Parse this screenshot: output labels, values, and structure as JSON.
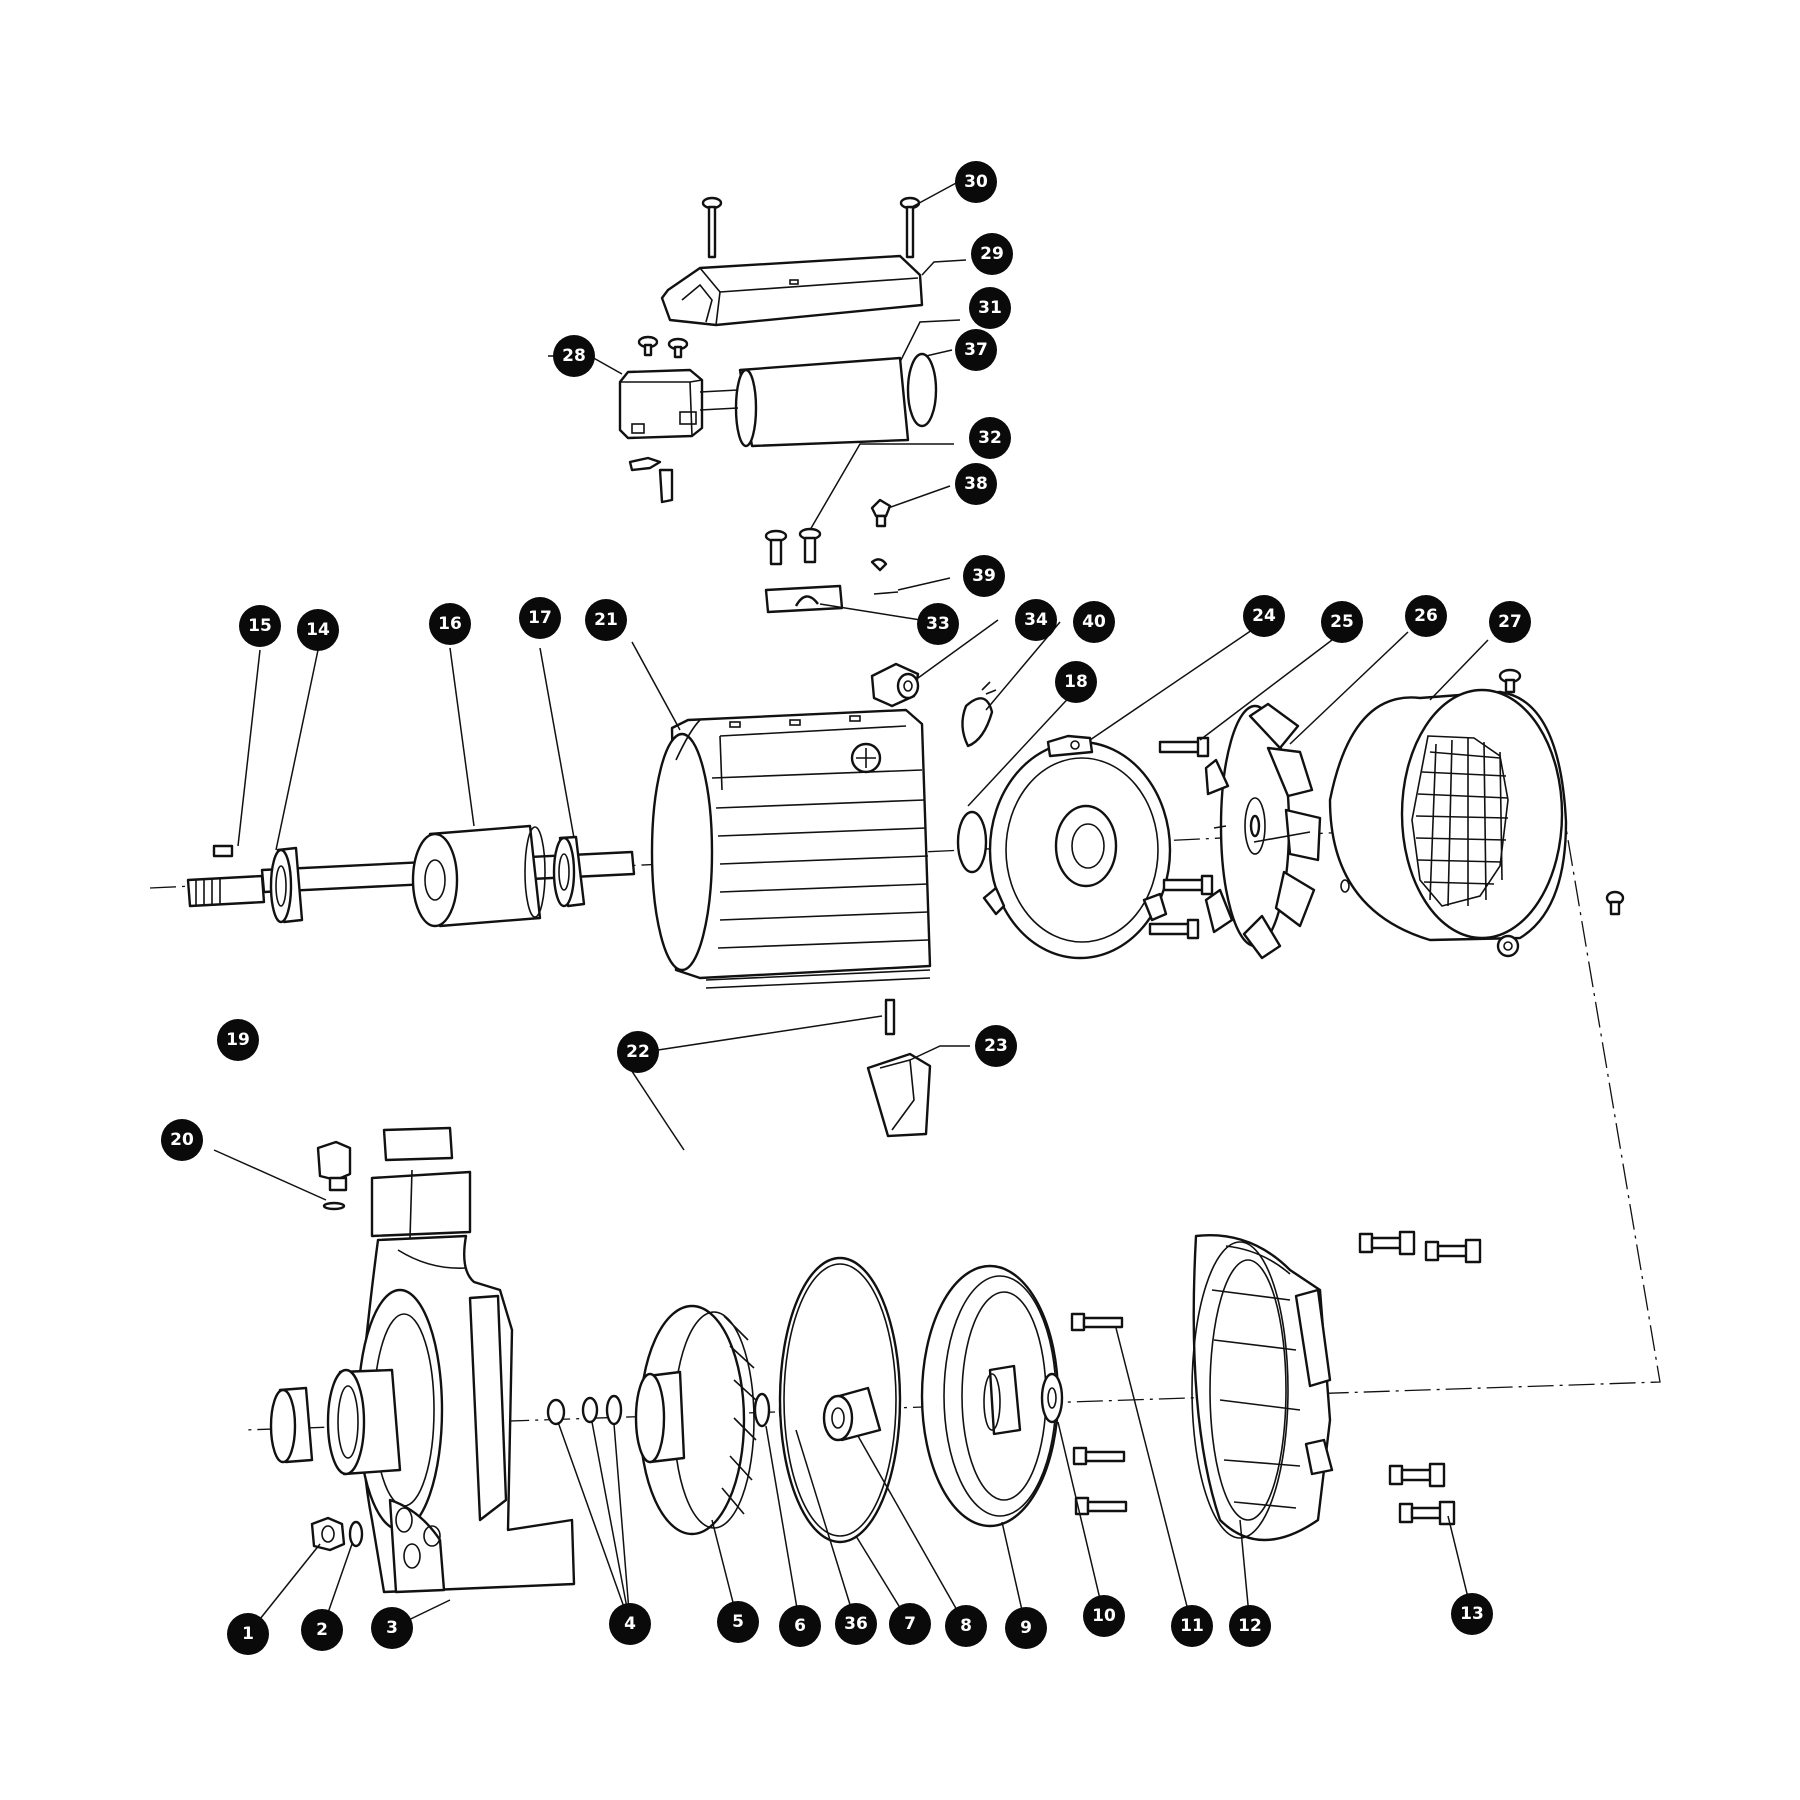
{
  "diagram": {
    "colors": {
      "ink": "#111111",
      "callout_fill": "#0a0a0a",
      "callout_text": "#ffffff",
      "background": "#ffffff"
    },
    "callouts": [
      "1",
      "2",
      "3",
      "4",
      "5",
      "6",
      "36",
      "7",
      "8",
      "9",
      "10",
      "11",
      "12",
      "13",
      "14",
      "15",
      "16",
      "17",
      "18",
      "19",
      "20",
      "21",
      "22",
      "23",
      "24",
      "25",
      "26",
      "27",
      "28",
      "29",
      "30",
      "31",
      "32",
      "33",
      "34",
      "37",
      "38",
      "39",
      "40"
    ]
  }
}
